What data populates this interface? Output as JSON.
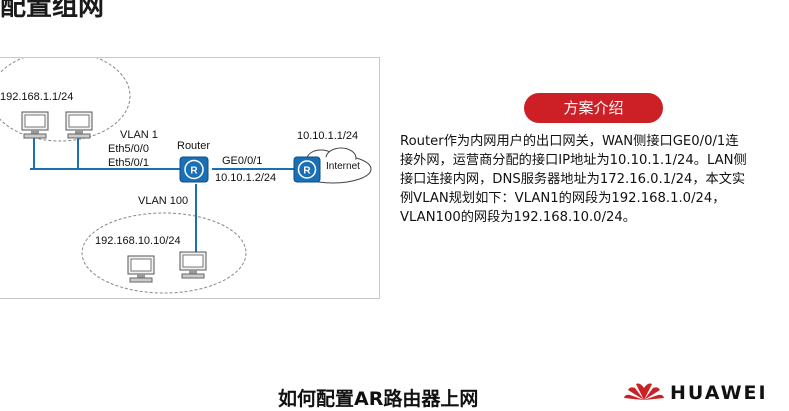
{
  "header": {
    "title": "配置组网"
  },
  "diagram": {
    "lan_net": "192.168.1.1/24",
    "vlan1": "VLAN 1",
    "eth_port_a": "Eth5/0/0",
    "eth_port_b": "Eth5/0/1",
    "router": "Router",
    "ge_port": "GE0/0/1",
    "wan_ip": "10.10.1.2/24",
    "gateway_ip": "10.10.1.1/24",
    "internet": "Internet",
    "vlan100": "VLAN 100",
    "lan100_net": "192.168.10.10/24"
  },
  "solution": {
    "badge": "方案介绍",
    "lines": [
      "Router作为内网用户的出口网关，WAN侧接口GE0/0/1连",
      "接外网，运营商分配的接口IP地址为10.10.1.1/24。LAN侧",
      "接口连接内网，DNS服务器地址为172.16.0.1/24，本文实",
      "例VLAN规划如下：VLAN1的网段为192.168.1.0/24，",
      "VLAN100的网段为192.168.10.0/24。"
    ]
  },
  "footer": {
    "caption": "如何配置AR路由器上网",
    "brand": "HUAWEI"
  },
  "colors": {
    "accent": "#cc1f26",
    "router_blue": "#1b6fb5"
  }
}
